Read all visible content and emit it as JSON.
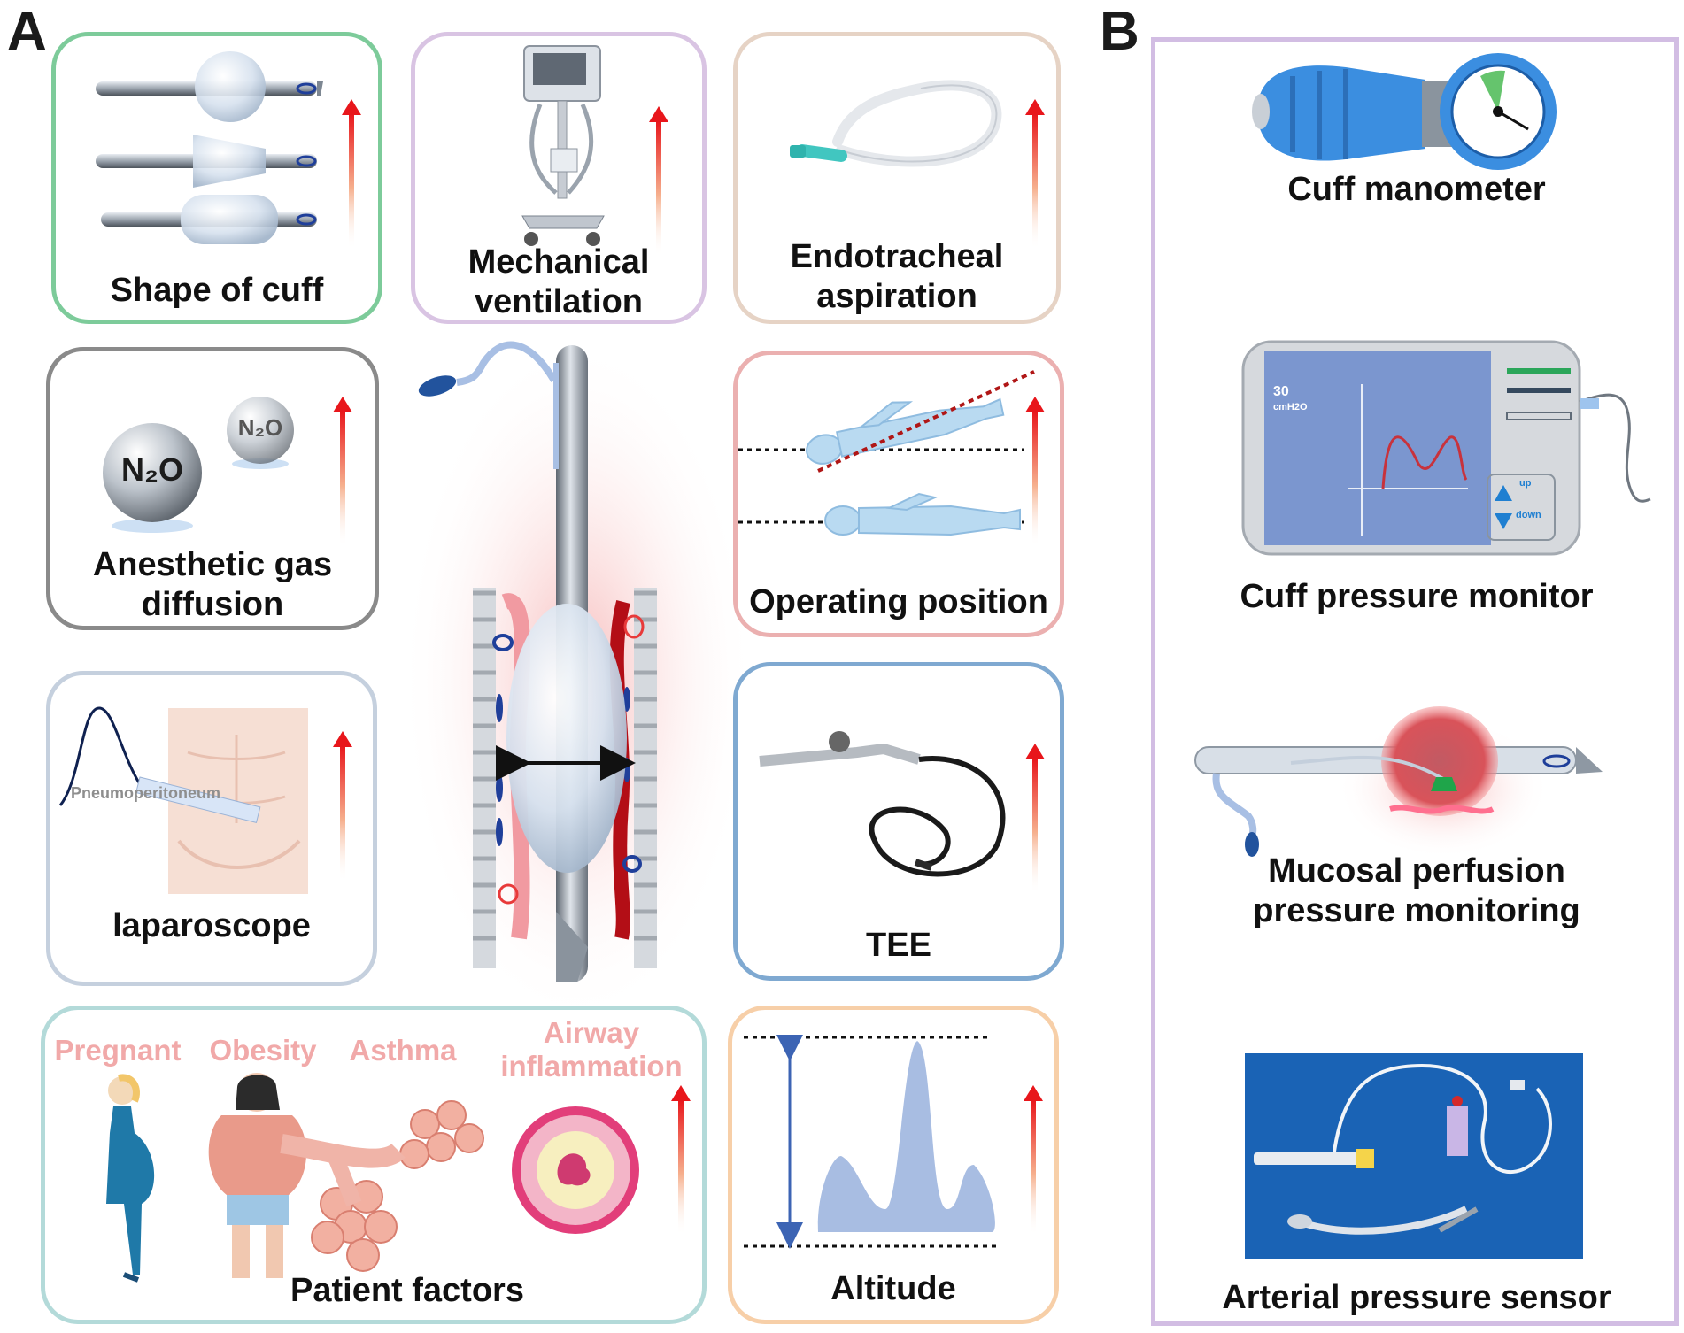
{
  "panels": {
    "a": {
      "letter": "A"
    },
    "b": {
      "letter": "B"
    }
  },
  "colors": {
    "shape_border": "#7dcb9a",
    "ventilation_border": "#d9c4e3",
    "aspiration_border": "#e6d3c5",
    "gas_border": "#8a8a8a",
    "position_border": "#ebb0b0",
    "laparoscope_border": "#c5d0de",
    "tee_border": "#7fa9d1",
    "patient_border": "#b3dad9",
    "altitude_border": "#f7cfa8",
    "panel_b_border": "#d2bde3",
    "arrow_red": "#e8161b",
    "factor_text": "#f1a9a9"
  },
  "factors": {
    "shape_of_cuff": "Shape of cuff",
    "mechanical_ventilation": {
      "line1": "Mechanical",
      "line2": "ventilation"
    },
    "endotracheal_aspiration": {
      "line1": "Endotracheal",
      "line2": "aspiration"
    },
    "anesthetic_gas": {
      "line1": "Anesthetic gas",
      "line2": "diffusion",
      "molecule": "N₂O"
    },
    "operating_position": "Operating position",
    "laparoscope": {
      "label": "laparoscope",
      "annotation": "Pneumoperitoneum"
    },
    "tee": "TEE",
    "patient_factors": {
      "label": "Patient factors",
      "items": [
        "Pregnant",
        "Obesity",
        "Asthma"
      ],
      "airway": {
        "line1": "Airway",
        "line2": "inflammation"
      }
    },
    "altitude": "Altitude"
  },
  "monitoring": {
    "cuff_manometer": "Cuff manometer",
    "cuff_pressure_monitor": {
      "label": "Cuff pressure monitor",
      "screen_value": "30",
      "screen_unit": "cmH2O",
      "up": "up",
      "down": "down"
    },
    "mucosal": {
      "line1": "Mucosal perfusion",
      "line2": "pressure monitoring"
    },
    "arterial_sensor": "Arterial pressure sensor"
  }
}
